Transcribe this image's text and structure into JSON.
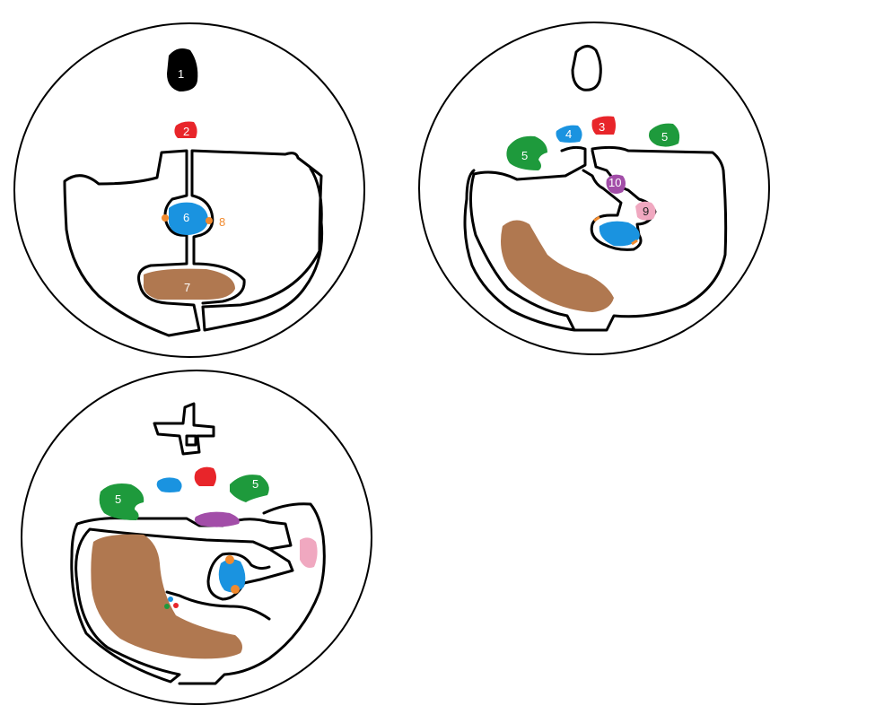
{
  "colors": {
    "black": "#000000",
    "red": "#e8252a",
    "blue": "#1a93e0",
    "green": "#1e9a3c",
    "brown": "#b07850",
    "orange": "#f18a2e",
    "purple": "#a24da8",
    "pink": "#f0a8c0",
    "white": "#ffffff"
  },
  "panels": [
    {
      "name": "top-left-section",
      "labels": {
        "l1": "1",
        "l2": "2",
        "l6": "6",
        "l7": "7",
        "l8": "8"
      }
    },
    {
      "name": "top-right-section",
      "labels": {
        "l3": "3",
        "l4": "4",
        "l5a": "5",
        "l5b": "5",
        "l9": "9",
        "l10": "10"
      }
    },
    {
      "name": "bottom-left-section",
      "labels": {
        "l5a": "5",
        "l5b": "5"
      }
    }
  ]
}
